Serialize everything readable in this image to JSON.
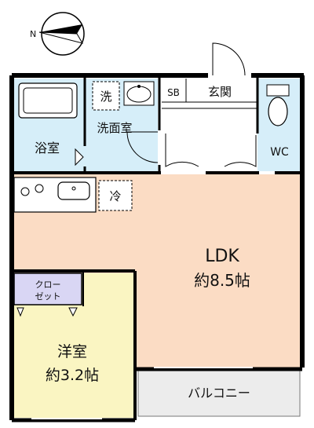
{
  "compass": {
    "north_label": "N"
  },
  "rooms": {
    "bath": {
      "name": "浴室"
    },
    "washroom": {
      "name": "洗面室",
      "washer_mark": "洗"
    },
    "shoebox": {
      "name": "SB"
    },
    "entrance": {
      "name": "玄関"
    },
    "toilet": {
      "name": "WC"
    },
    "ldk": {
      "name": "LDK",
      "area": "約8.5帖"
    },
    "closet": {
      "name_line1": "クロー",
      "name_line2": "ゼット"
    },
    "western": {
      "name": "洋室",
      "area": "約3.2帖"
    },
    "balcony": {
      "name": "バルコニー"
    },
    "fridge": {
      "mark": "冷"
    }
  },
  "colors": {
    "wet_area": "#d6eef9",
    "ldk": "#fbdcc4",
    "western_room": "#faf5c2",
    "closet": "#d9d6f4",
    "balcony": "#ececec",
    "wall": "#000000"
  }
}
